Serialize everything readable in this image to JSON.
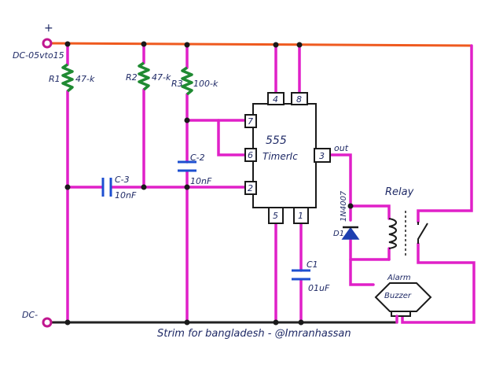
{
  "supply": {
    "plus_sign": "+",
    "plus_label": "DC-05vto15",
    "minus_label": "DC-"
  },
  "resistors": [
    {
      "name": "R1",
      "value": "47-k"
    },
    {
      "name": "R2",
      "value": "47-k"
    },
    {
      "name": "R3",
      "value": "100-k"
    }
  ],
  "capacitors": [
    {
      "name": "C-3",
      "value": "10nF"
    },
    {
      "name": "C-2",
      "value": "10nF"
    },
    {
      "name": "C1",
      "value": "01uF"
    }
  ],
  "ic": {
    "line1": "555",
    "line2": "TimerIc",
    "pins": {
      "p4": "4",
      "p8": "8",
      "p7": "7",
      "p6": "6",
      "p2": "2",
      "p3": "3",
      "p5": "5",
      "p1": "1"
    },
    "out_label": "out"
  },
  "diode": {
    "name": "D1",
    "value": "1N4007"
  },
  "relay": {
    "label": "Relay"
  },
  "buzzer": {
    "line1": "Alarm",
    "line2": "Buzzer"
  },
  "footer": "Strim for bangladesh - @Imranhassan",
  "colors": {
    "wire": "#e020c8",
    "positive_rail": "#ef5a1f",
    "ground_rail": "#222222",
    "capacitor": "#1d4fd0",
    "resistor": "#1f8a32",
    "text": "#1f2a66"
  }
}
